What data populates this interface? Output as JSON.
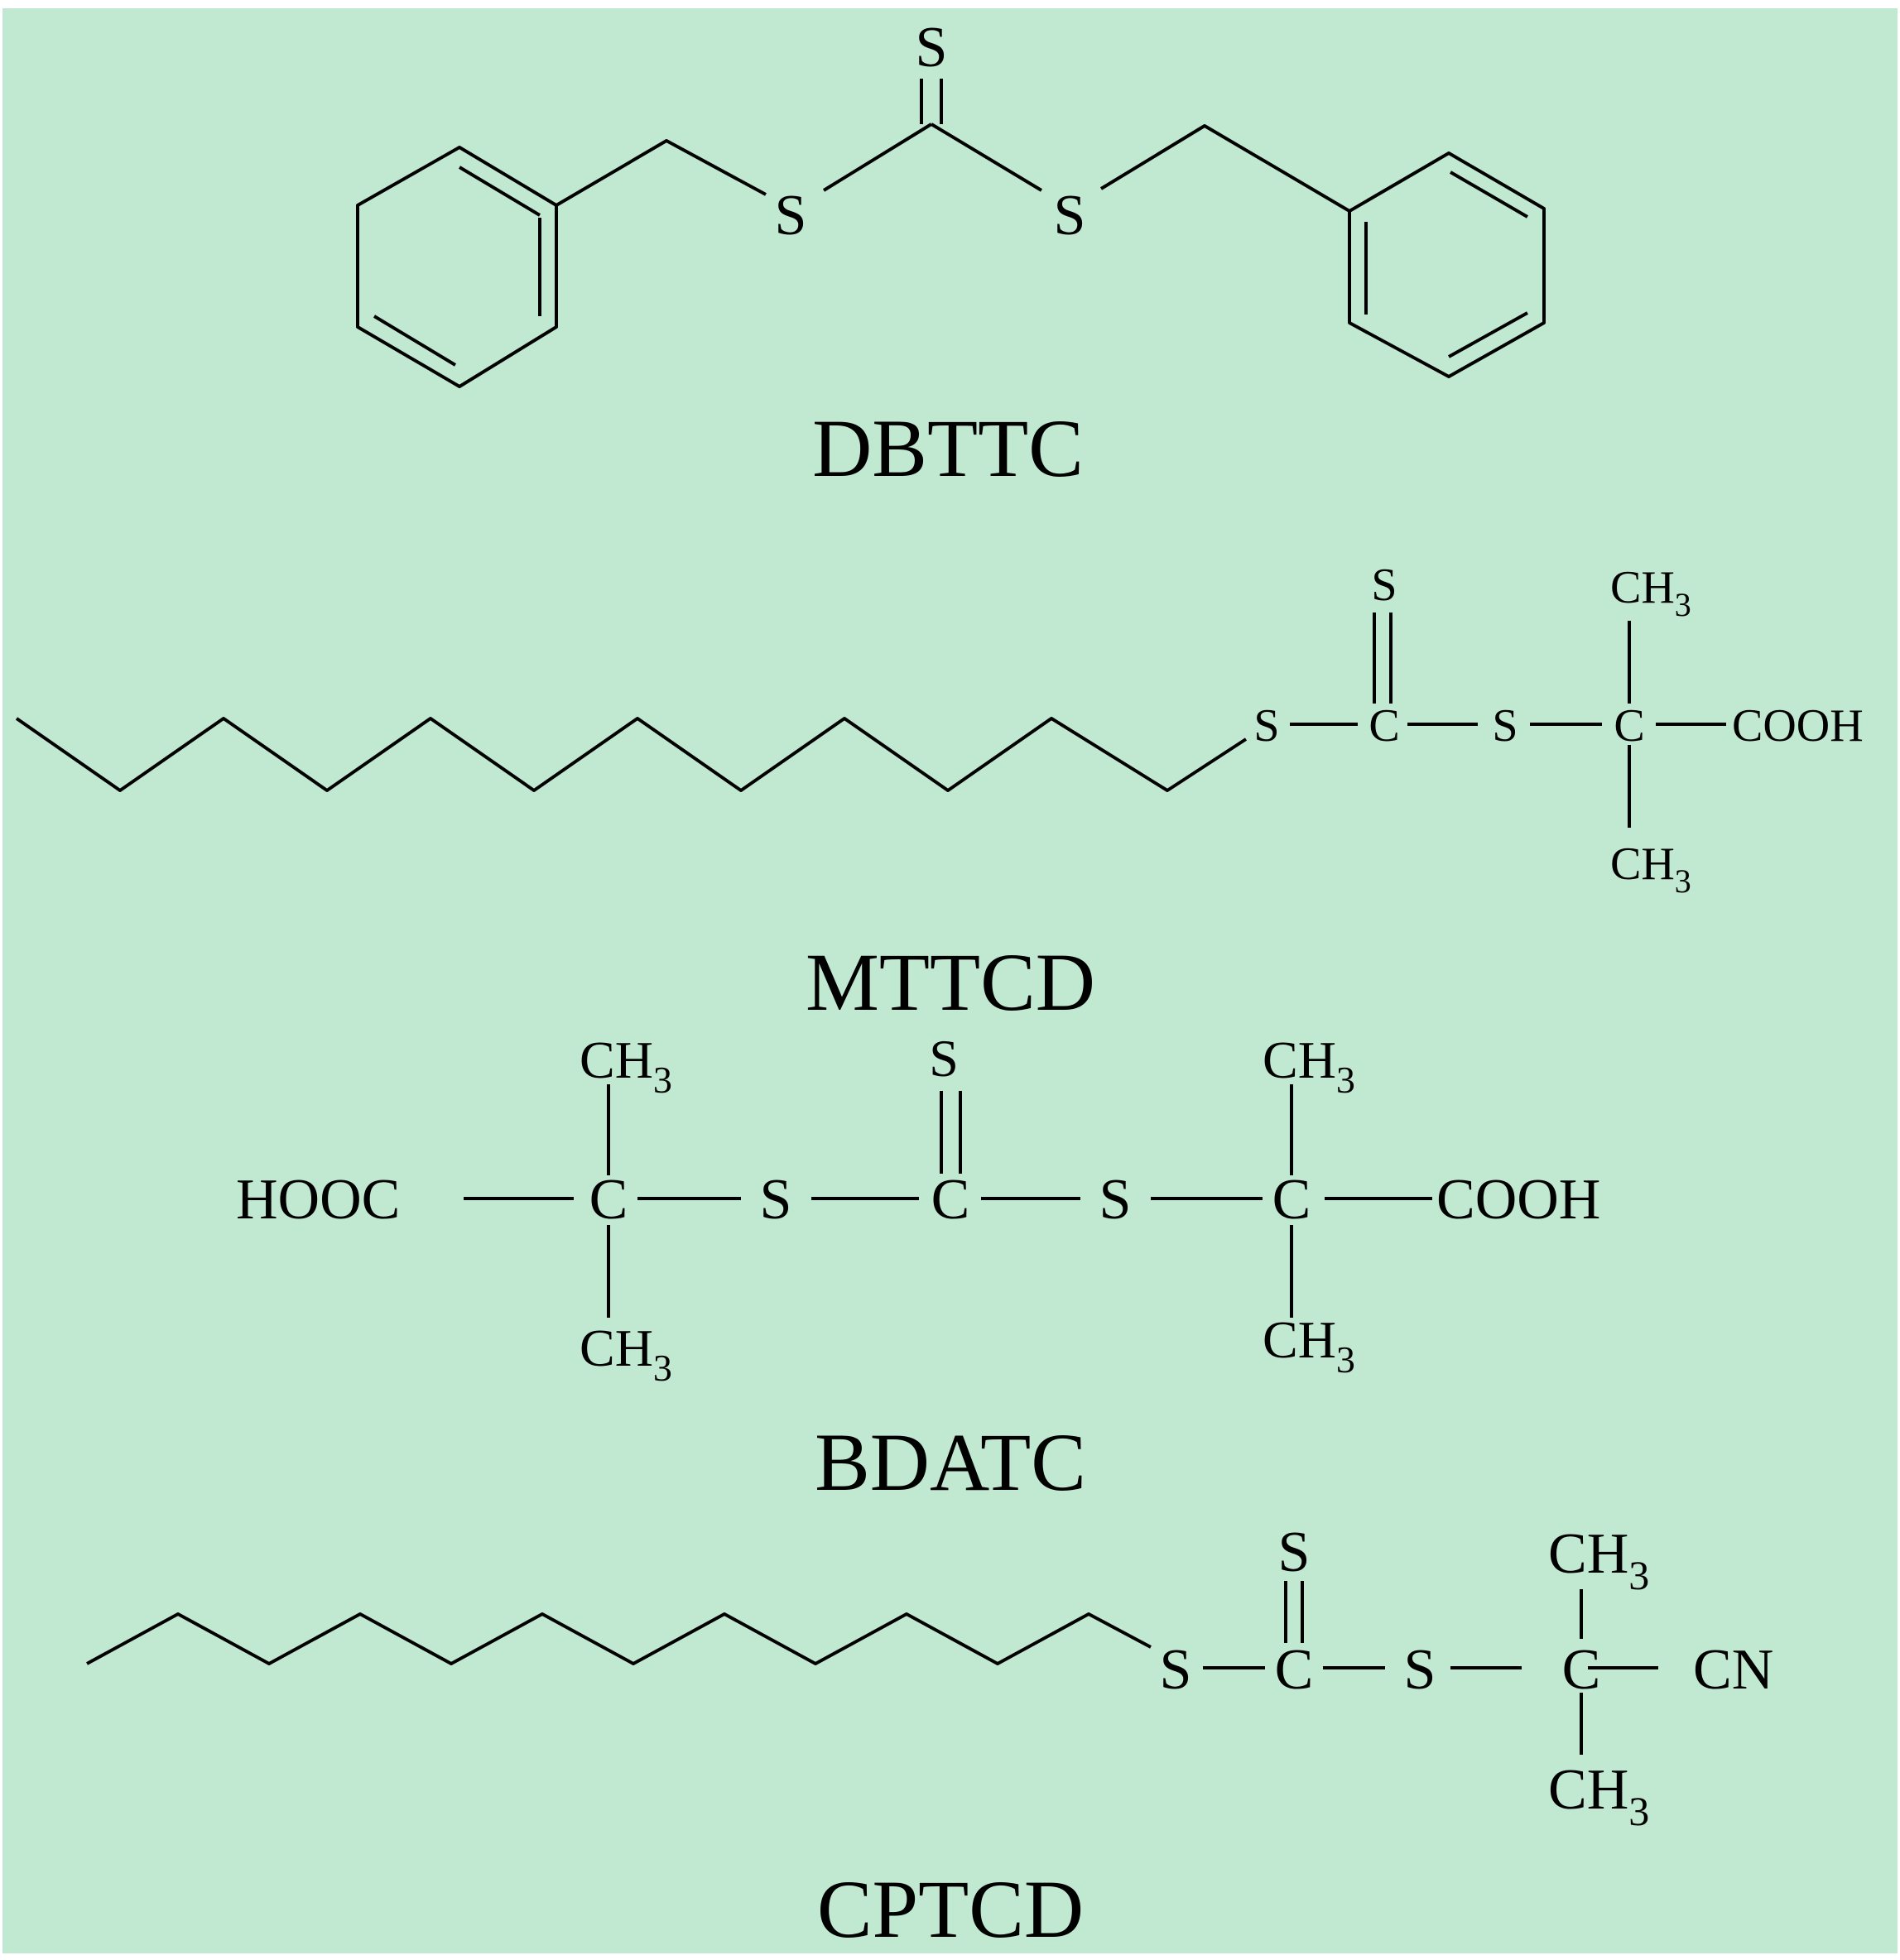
{
  "colors": {
    "background": "#c1e8d1",
    "ink": "#000000"
  },
  "compounds": {
    "dbttc": {
      "name": "DBTTC",
      "atoms": {
        "s_double": "S",
        "s_left": "S",
        "s_right": "S"
      }
    },
    "mttcd": {
      "name": "MTTCD",
      "atoms": {
        "s_top": "S",
        "s_left": "S",
        "c_center": "C",
        "s_right": "S",
        "c_quat": "C",
        "cooh": "COOH",
        "ch3_top": "CH",
        "ch3_bottom": "CH",
        "sub": "3"
      }
    },
    "bdatc": {
      "name": "BDATC",
      "atoms": {
        "hooc": "HOOC",
        "c_left": "C",
        "s_left": "S",
        "c_center": "C",
        "s_top": "S",
        "s_right": "S",
        "c_right": "C",
        "cooh": "COOH",
        "ch3_tl": "CH",
        "ch3_bl": "CH",
        "ch3_tr": "CH",
        "ch3_br": "CH",
        "sub": "3"
      }
    },
    "cptcd": {
      "name": "CPTCD",
      "atoms": {
        "s_left": "S",
        "c_center": "C",
        "s_top": "S",
        "s_right": "S",
        "c_quat": "C",
        "cn": "CN",
        "ch3_top": "CH",
        "ch3_bottom": "CH",
        "sub": "3"
      }
    }
  }
}
